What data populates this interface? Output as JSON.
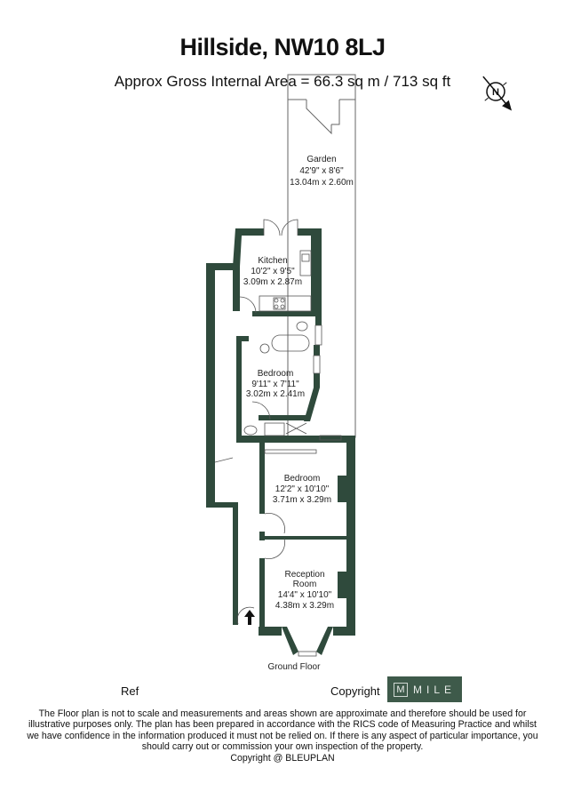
{
  "header": {
    "title": "Hillside, NW10 8LJ",
    "subtitle": "Approx Gross Internal Area = 66.3 sq m / 713 sq ft"
  },
  "compass": {
    "label": "N",
    "icon": "north-arrow-icon"
  },
  "rooms": [
    {
      "name": "Garden",
      "imperial": "42'9\" x 8'6\"",
      "metric": "13.04m x 2.60m"
    },
    {
      "name": "Kitchen",
      "imperial": "10'2\" x 9'5\"",
      "metric": "3.09m x 2.87m"
    },
    {
      "name": "Bedroom",
      "imperial": "9'11\" x 7'11\"",
      "metric": "3.02m x 2.41m"
    },
    {
      "name": "Bedroom",
      "imperial": "12'2\" x 10'10\"",
      "metric": "3.71m x 3.29m"
    },
    {
      "name_line1": "Reception",
      "name_line2": "Room",
      "imperial": "14'4\" x 10'10\"",
      "metric": "4.38m x 3.29m"
    }
  ],
  "floor_label": "Ground Floor",
  "colors": {
    "wall": "#2f4a3c",
    "logo_bg": "#3e5a4a"
  },
  "footer": {
    "ref_label": "Ref",
    "copyright_label": "Copyright",
    "logo_letter": "M",
    "logo_text": "MILE",
    "disclaimer": "The Floor plan is not to scale and measurements and areas shown are approximate and therefore should be used for illustrative purposes only. The plan has been prepared in accordance with the RICS code of Measuring Practice and whilst we have confidence in the information produced it must not be relied on. If there is any aspect of particular importance, you should carry out or commission your own inspection of the property.",
    "credit": "Copyright @ BLEUPLAN"
  }
}
